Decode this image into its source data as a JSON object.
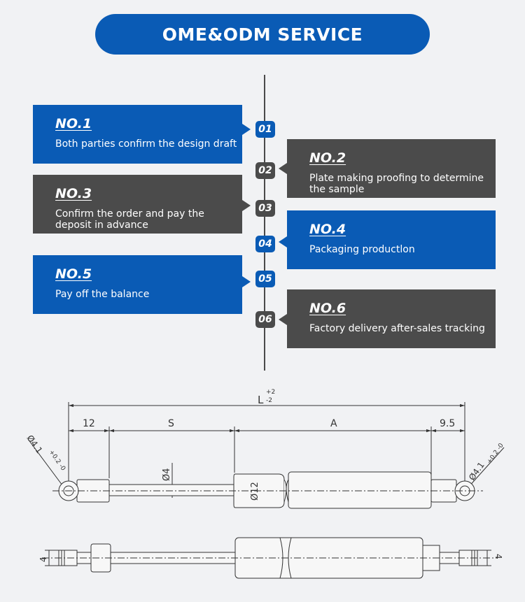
{
  "header": {
    "title": "OME&ODM SERVICE"
  },
  "steps": [
    {
      "no": "NO.1",
      "badge": "01",
      "desc": "Both parties confirm the design draft",
      "color": "blue",
      "side": "left"
    },
    {
      "no": "NO.2",
      "badge": "02",
      "desc": "Plate making proofing to determine the sample",
      "color": "gray",
      "side": "right"
    },
    {
      "no": "NO.3",
      "badge": "03",
      "desc": "Confirm the order and pay the deposit in advance",
      "color": "gray",
      "side": "left"
    },
    {
      "no": "NO.4",
      "badge": "04",
      "desc": "Packaging productlon",
      "color": "blue",
      "side": "right"
    },
    {
      "no": "NO.5",
      "badge": "05",
      "desc": "Pay off the balance",
      "color": "blue",
      "side": "left"
    },
    {
      "no": "NO.6",
      "badge": "06",
      "desc": "Factory delivery after-sales tracking",
      "color": "gray",
      "side": "right"
    }
  ],
  "drawing": {
    "overall": "L",
    "overall_tol_upper": "+2",
    "overall_tol_lower": "-2",
    "dim_left_end": "12",
    "dim_stroke": "S",
    "dim_body": "A",
    "dim_right_end": "9.5",
    "rod_dia": "Ø4",
    "body_dia": "Ø12",
    "left_eye": "Ø4.1",
    "left_eye_tol": "+0.2 -0",
    "right_eye": "Ø4.1",
    "right_eye_tol": "+0.2 -0",
    "thread_left": "4",
    "thread_right": "4"
  },
  "colors": {
    "blue": "#0a5bb5",
    "gray": "#4b4b4b",
    "line": "#4a4a4a"
  }
}
